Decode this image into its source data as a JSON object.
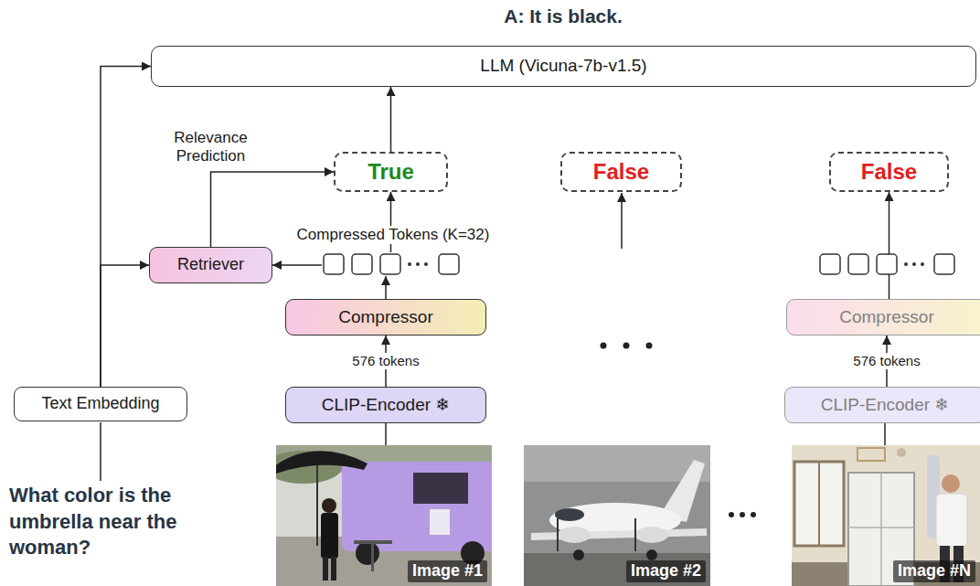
{
  "diagram": {
    "nodes": [
      {
        "text": [
          "LLM (Vicuna-7b-v1.5)"
        ]
      },
      {
        "text": [
          "True"
        ]
      },
      {
        "text": [
          "False"
        ]
      },
      {
        "text": [
          "False"
        ]
      },
      {
        "text": [
          "Retriever"
        ]
      },
      {
        "text": [
          "Compressed Tokens (K=32)"
        ]
      },
      {
        "text": [
          "Compressor"
        ]
      },
      {
        "text": [
          "Compressor"
        ]
      },
      {
        "text": [
          "Text Embedding"
        ]
      },
      {
        "text": [
          "CLIP-Encoder ❄"
        ]
      },
      {
        "text": [
          "CLIP-Encoder ❄"
        ]
      },
      {
        "text": [
          "Image #1"
        ]
      },
      {
        "text": [
          "Image #2"
        ]
      },
      {
        "text": [
          "Image #N"
        ]
      }
    ],
    "edges": [
      {
        "from": 8,
        "to": 0,
        "arrow": "to"
      },
      {
        "from": 8,
        "to": 4,
        "arrow": "to"
      },
      {
        "from": 4,
        "to": 1,
        "arrow": "to",
        "label": "Relevance Prediction"
      },
      {
        "from": 5,
        "to": 4,
        "arrow": "to"
      },
      {
        "from": 5,
        "to": 1,
        "arrow": "to"
      },
      {
        "from": 1,
        "to": 0,
        "arrow": "to"
      },
      {
        "from": 6,
        "to": 5,
        "arrow": "to"
      },
      {
        "from": 9,
        "to": 6,
        "arrow": "to",
        "label": "576 tokens"
      },
      {
        "from": 11,
        "to": 9,
        "arrow": "none"
      },
      {
        "from": 10,
        "to": 7,
        "arrow": "to",
        "label": "576 tokens"
      },
      {
        "from": 7,
        "to": 3,
        "arrow": "to"
      },
      {
        "from": 13,
        "to": 10,
        "arrow": "none"
      }
    ],
    "labels": [
      "A: It is black.",
      "What color is the umbrella near the woman?"
    ]
  }
}
